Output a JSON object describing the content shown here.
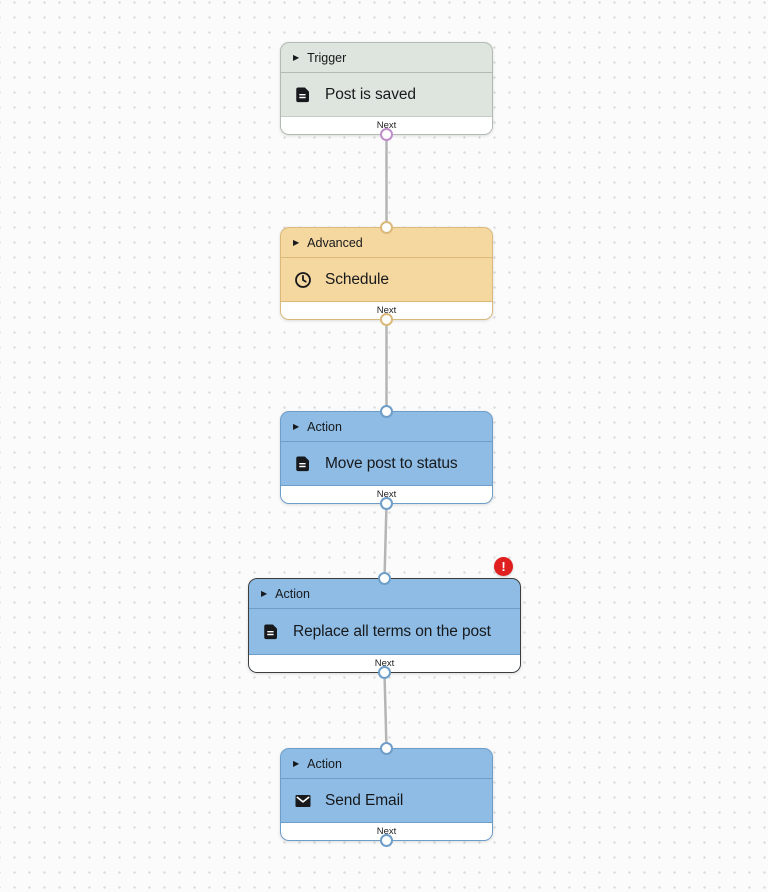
{
  "canvas": {
    "background_color": "#fbfbfb",
    "dot_color": "#d9d9d9"
  },
  "icons": {
    "collapse_triangle": "▶",
    "error": "!"
  },
  "colors": {
    "trigger_bg": "#dee4de",
    "advanced_bg": "#f5d7a0",
    "action_bg": "#8ebce4",
    "trigger_port": "#c08fcb",
    "advanced_port": "#dab97b",
    "action_port": "#6d9dc9",
    "selected_border": "#3d3d3d",
    "error_badge": "#e01f1f",
    "wire": "#b5b5b5"
  },
  "nodes": [
    {
      "category": "Trigger",
      "title": "Post is saved",
      "icon": "document-icon",
      "next_label": "Next",
      "has_error": false,
      "selected": false
    },
    {
      "category": "Advanced",
      "title": "Schedule",
      "icon": "clock-icon",
      "next_label": "Next",
      "has_error": false,
      "selected": false
    },
    {
      "category": "Action",
      "title": "Move post to status",
      "icon": "document-icon",
      "next_label": "Next",
      "has_error": false,
      "selected": false
    },
    {
      "category": "Action",
      "title": "Replace all terms on the post",
      "icon": "document-icon",
      "next_label": "Next",
      "has_error": true,
      "selected": true
    },
    {
      "category": "Action",
      "title": "Send Email",
      "icon": "envelope-icon",
      "next_label": "Next",
      "has_error": false,
      "selected": false
    }
  ]
}
